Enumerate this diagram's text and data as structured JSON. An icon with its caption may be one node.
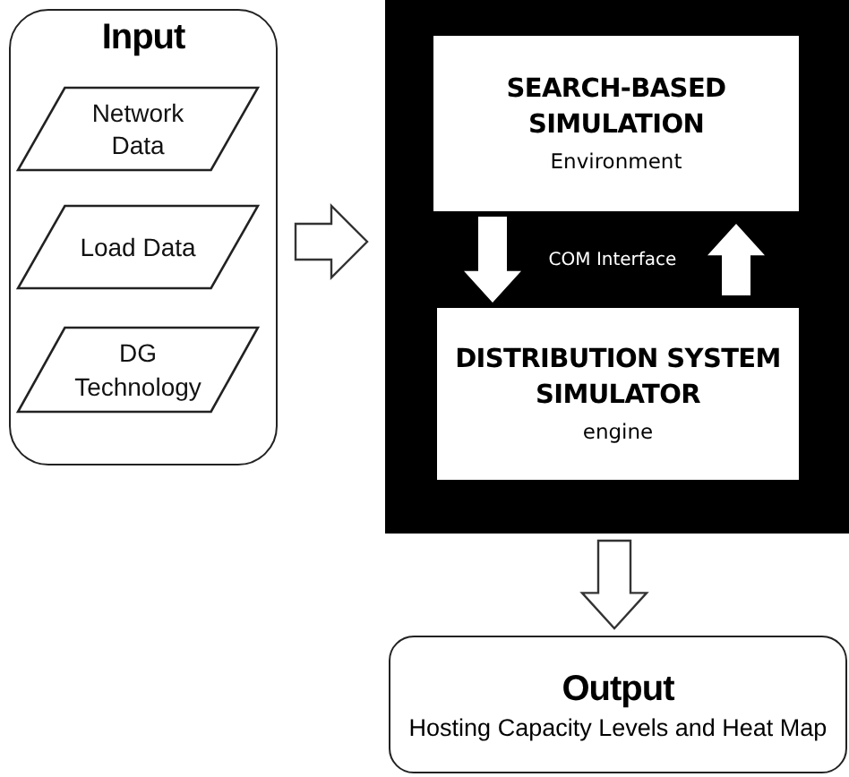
{
  "diagram": {
    "nodes": [
      {
        "text": [
          "Input"
        ]
      },
      {
        "text": [
          "Network Data"
        ],
        "in": 0
      },
      {
        "text": [
          "Load Data"
        ],
        "in": 0
      },
      {
        "text": [
          "DG Technology"
        ],
        "in": 0
      },
      {
        "text": [],
        "shape": "box"
      },
      {
        "text": [
          "SEARCH-BASED SIMULATION",
          "Environment"
        ],
        "in": 4
      },
      {
        "text": [
          "DISTRIBUTION SYSTEM SIMULATOR",
          "engine"
        ],
        "in": 4
      },
      {
        "text": [
          "Output",
          "Hosting Capacity Levels and Heat Map"
        ]
      }
    ],
    "edges": [
      {
        "from": 0,
        "to": 4,
        "arrow": "to"
      },
      {
        "from": 5,
        "to": 6,
        "arrow": "to",
        "color": "#ffffff"
      },
      {
        "from": 6,
        "to": 5,
        "arrow": "to",
        "color": "#ffffff"
      },
      {
        "from": 4,
        "to": 7,
        "arrow": "to"
      }
    ],
    "labels": [
      "COM Interface"
    ]
  }
}
